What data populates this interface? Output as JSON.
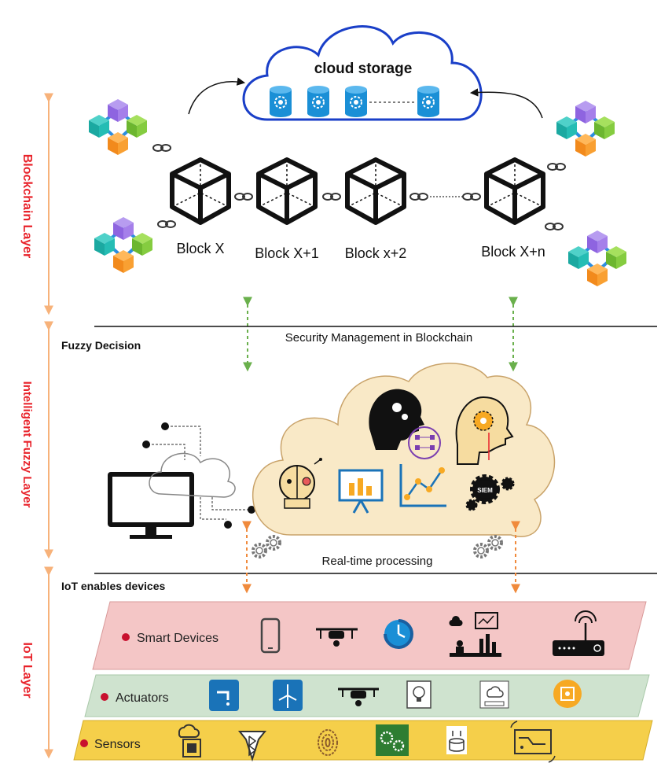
{
  "layers": {
    "blockchain": "Blockchain Layer",
    "fuzzy": "Intelligent Fuzzy Layer",
    "iot": "IoT Layer"
  },
  "cloud": {
    "title": "cloud storage"
  },
  "blocks": [
    "Block X",
    "Block X+1",
    "Block x+2",
    "Block X+n"
  ],
  "security_label": "Security Management in Blockchain",
  "fuzzy_decision": "Fuzzy Decision",
  "realtime_label": "Real-time processing",
  "iot_header": "IoT enables devices",
  "siem_label": "SIEM",
  "bands": {
    "smart_devices": "Smart Devices",
    "actuators": "Actuators",
    "sensors": "Sensors"
  },
  "colors": {
    "layer_red": "#e8222a",
    "arrow_orange": "#f5a05a",
    "arrow_green": "#6ab04c",
    "band_pink": "#f4c6c6",
    "band_green": "#cfe3cf",
    "band_yellow": "#f5cf4a",
    "cloud_fill": "#f9e9c7",
    "block_blue": "#1a73b8"
  }
}
